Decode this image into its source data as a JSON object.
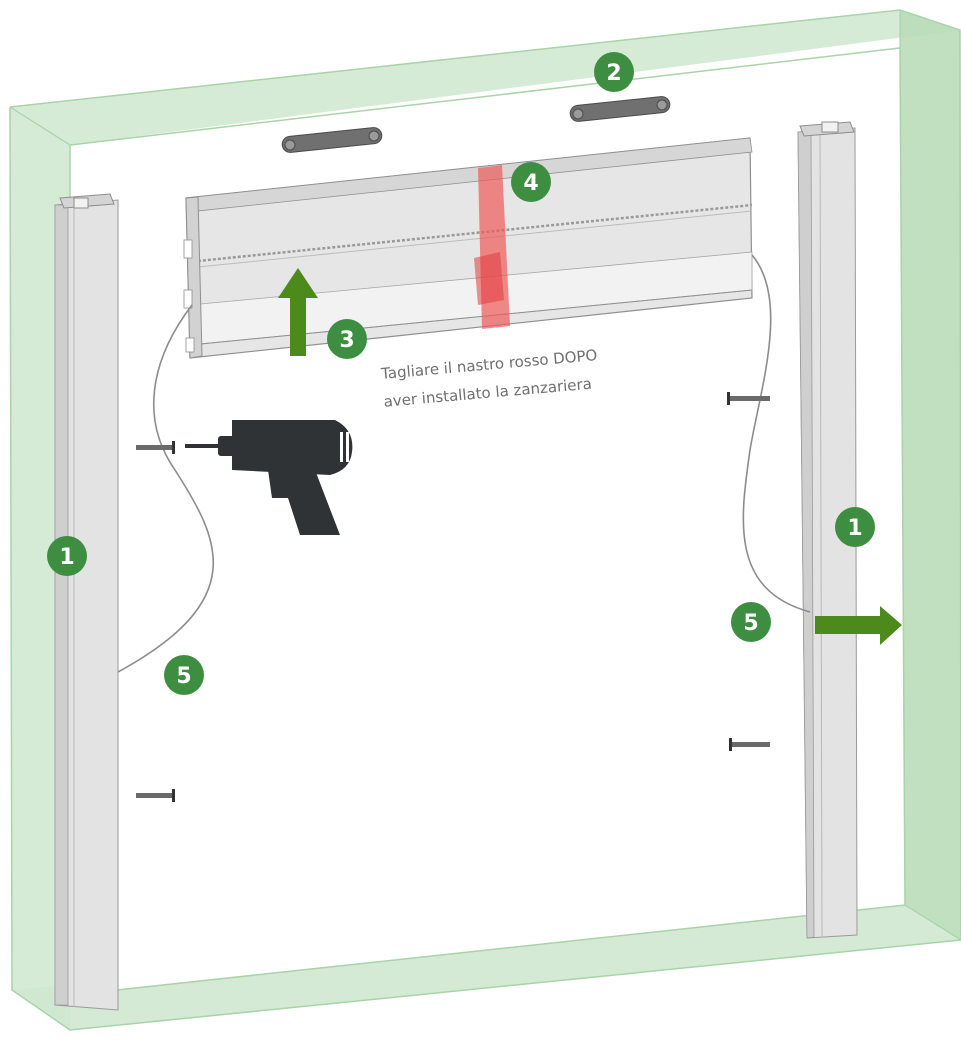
{
  "colors": {
    "frame_fill": "#cfe8cf",
    "frame_edge": "#a9d3a9",
    "badge": "#3e8e41",
    "arrow": "#4c8a1c",
    "tape": "#ee5a5a",
    "rail": "#dcdcdc",
    "drill": "#2f3336"
  },
  "badges": {
    "rail_left": "1",
    "rail_right": "1",
    "brackets": "2",
    "lift": "3",
    "tape": "4",
    "cord_left": "5",
    "cord_right": "5"
  },
  "caption": {
    "line1": "Tagliare il nastro rosso DOPO",
    "line2": "aver installato la zanzariera"
  },
  "icons": [
    "power-drill-icon",
    "screw-icon",
    "arrow-up-icon",
    "arrow-right-icon"
  ]
}
